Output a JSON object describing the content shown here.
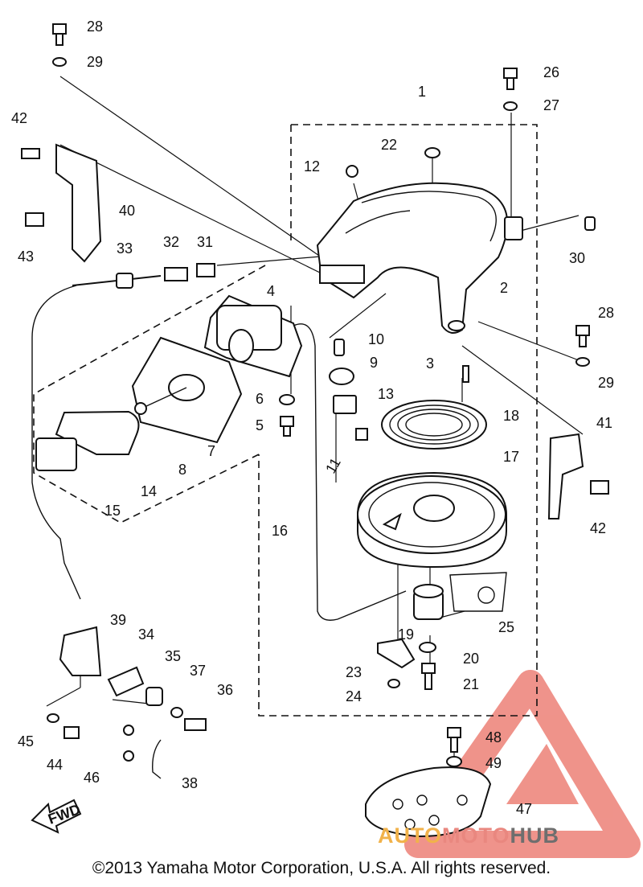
{
  "diagram": {
    "callouts": [
      "1",
      "2",
      "3",
      "4",
      "5",
      "6",
      "7",
      "8",
      "9",
      "10",
      "11",
      "12",
      "13",
      "14",
      "15",
      "16",
      "17",
      "18",
      "19",
      "20",
      "21",
      "22",
      "23",
      "24",
      "25",
      "26",
      "27",
      "28",
      "28",
      "29",
      "29",
      "30",
      "31",
      "32",
      "33",
      "34",
      "35",
      "36",
      "37",
      "38",
      "39",
      "40",
      "41",
      "42",
      "42",
      "43",
      "44",
      "45",
      "46",
      "47",
      "48",
      "49"
    ],
    "fwd_label": "FWD"
  },
  "watermark": {
    "part1": "AUTO",
    "part2": "MOTO",
    "part3": "HUB",
    "colors": {
      "orange": "#f1b24a",
      "red": "#e23b2c",
      "gray": "#6e6e6e"
    }
  },
  "footer": {
    "copyright": "©2013 Yamaha Motor Corporation, U.S.A. All rights reserved."
  }
}
